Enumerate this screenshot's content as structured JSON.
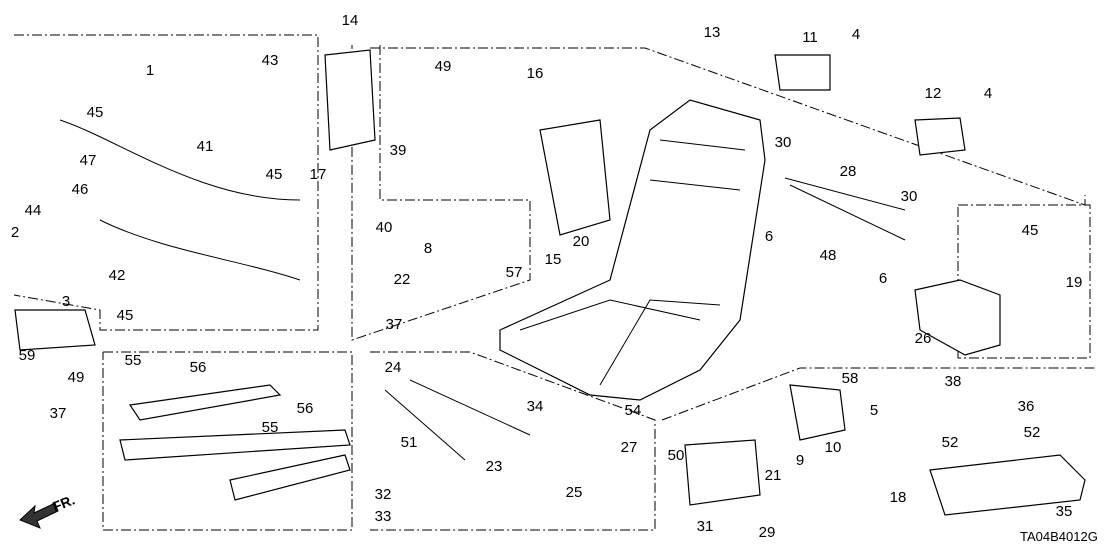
{
  "diagram": {
    "code": "TA04B4012G",
    "front_arrow_label": "FR.",
    "callouts": [
      "14",
      "13",
      "11",
      "4",
      "43",
      "1",
      "49",
      "16",
      "45",
      "41",
      "39",
      "47",
      "12",
      "4",
      "30",
      "28",
      "30",
      "45",
      "17",
      "46",
      "44",
      "40",
      "8",
      "57",
      "20",
      "15",
      "22",
      "6",
      "48",
      "45",
      "6",
      "19",
      "2",
      "42",
      "3",
      "45",
      "37",
      "26",
      "59",
      "49",
      "55",
      "56",
      "24",
      "58",
      "38",
      "36",
      "5",
      "37",
      "56",
      "55",
      "34",
      "54",
      "51",
      "27",
      "10",
      "21",
      "9",
      "50",
      "52",
      "52",
      "23",
      "32",
      "33",
      "25",
      "18",
      "31",
      "29",
      "35"
    ]
  }
}
